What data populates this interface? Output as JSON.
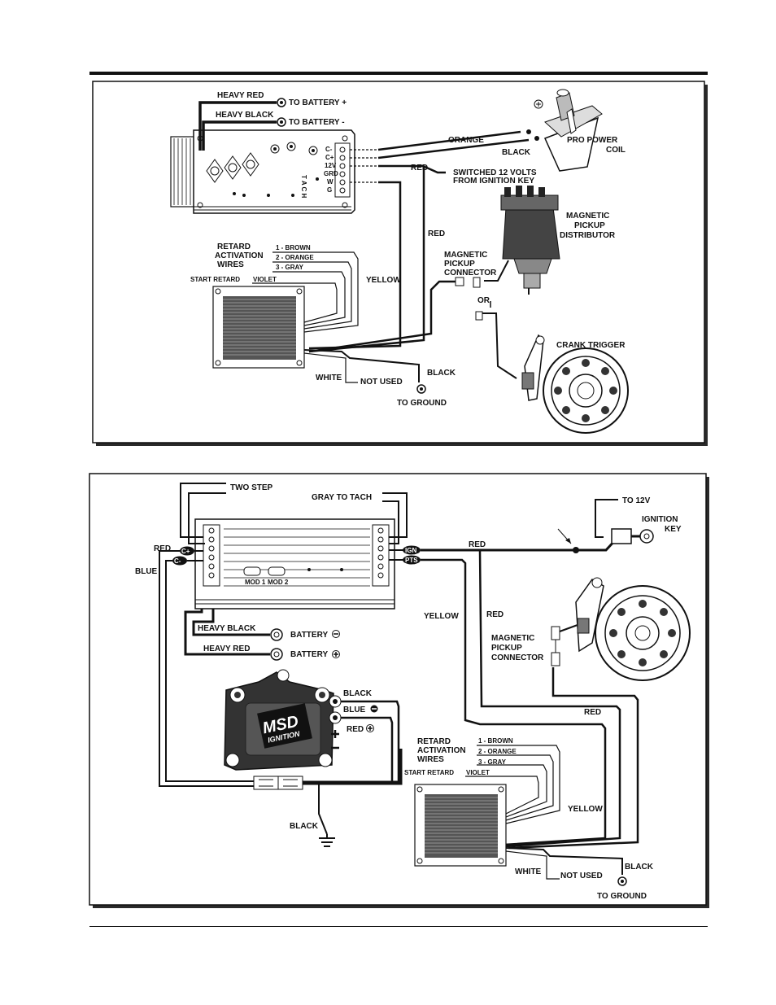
{
  "top_diagram": {
    "heavy_red": "HEAVY RED",
    "to_battery_pos": "TO BATTERY +",
    "heavy_black": "HEAVY BLACK",
    "to_battery_neg": "TO BATTERY -",
    "orange": "ORANGE",
    "black_coil": "BLACK",
    "pro_power_coil_1": "PRO POWER",
    "pro_power_coil_2": "COIL",
    "red_small": "RED",
    "switched_1": "SWITCHED 12 VOLTS",
    "switched_2": "FROM IGNITION KEY",
    "mag_dist_1": "MAGNETIC",
    "mag_dist_2": "PICKUP",
    "mag_dist_3": "DISTRIBUTOR",
    "red_vertical": "RED",
    "retard_1": "RETARD",
    "retard_2": "ACTIVATION",
    "retard_3": "WIRES",
    "brown": "1 - BROWN",
    "orange2": "2 - ORANGE",
    "gray": "3 - GRAY",
    "start_retard": "START RETARD",
    "violet": "VIOLET",
    "yellow": "YELLOW",
    "mag_conn_1": "MAGNETIC",
    "mag_conn_2": "PICKUP",
    "mag_conn_3": "CONNECTOR",
    "or": "OR",
    "crank_trigger": "CRANK TRIGGER",
    "white": "WHITE",
    "not_used": "NOT USED",
    "black_ground": "BLACK",
    "to_ground": "TO GROUND",
    "terminals": [
      "C-",
      "C+",
      "12V",
      "GRD",
      "W",
      "G"
    ],
    "side_text": "T A C H"
  },
  "bottom_diagram": {
    "two_step": "TWO STEP",
    "gray_to_tach": "GRAY TO TACH",
    "to_12v": "TO 12V",
    "ignition_key_1": "IGNITION",
    "ignition_key_2": "KEY",
    "red_left": "RED",
    "blue_left": "BLUE",
    "c_minus_badge": "C-",
    "c_plus_badge": "C+",
    "ign_badge": "IGN",
    "pts_badge": "PTS",
    "red_top": "RED",
    "mod1": "MOD 1",
    "mod2": "MOD 2",
    "yellow": "YELLOW",
    "red_mid": "RED",
    "heavy_black": "HEAVY BLACK",
    "battery_neg": "BATTERY",
    "heavy_red": "HEAVY RED",
    "battery_pos": "BATTERY",
    "mag_conn_1": "MAGNETIC",
    "mag_conn_2": "PICKUP",
    "mag_conn_3": "CONNECTOR",
    "coil_black": "BLACK",
    "coil_blue": "BLUE",
    "coil_red": "RED",
    "msd_brand": "MSD",
    "msd_brand_sub": "IGNITION",
    "red_right": "RED",
    "retard_1": "RETARD",
    "retard_2": "ACTIVATION",
    "retard_3": "WIRES",
    "brown": "1 - BROWN",
    "orange": "2 - ORANGE",
    "gray": "3 - GRAY",
    "start_retard": "START RETARD",
    "violet": "VIOLET",
    "yellow_right": "YELLOW",
    "black_ground_label": "BLACK",
    "white": "WHITE",
    "not_used": "NOT USED",
    "black_right": "BLACK",
    "to_ground": "TO GROUND"
  }
}
